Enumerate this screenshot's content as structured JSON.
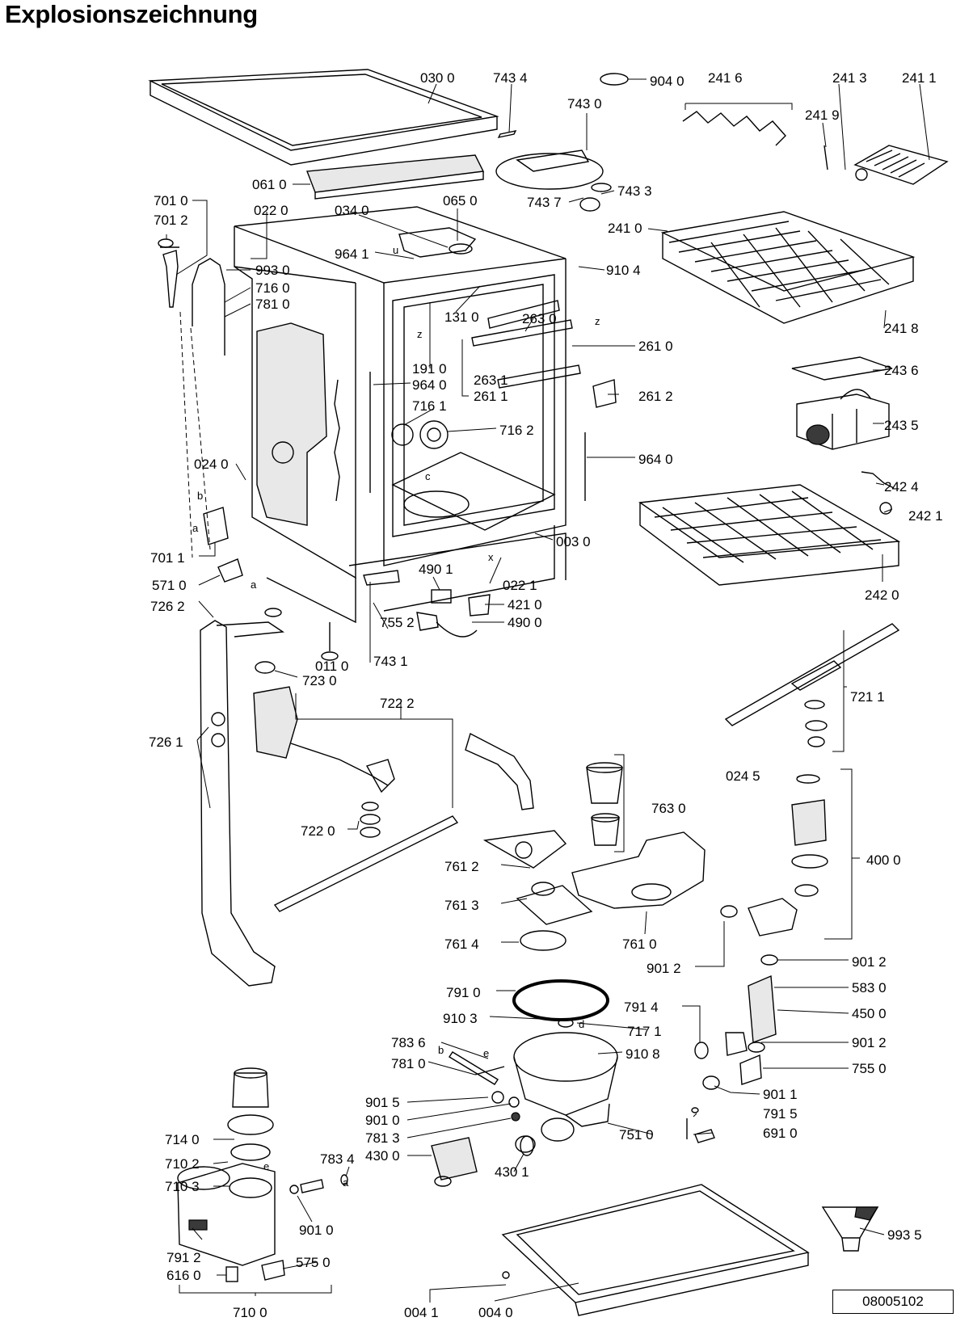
{
  "title": "Explosionszeichnung",
  "drawing_number": "08005102",
  "part_labels": [
    "030 0",
    "743 4",
    "904 0",
    "241 6",
    "241 3",
    "241 1",
    "743 0",
    "241 9",
    "061 0",
    "743 7",
    "743 3",
    "701 0",
    "022 0",
    "034 0",
    "065 0",
    "241 0",
    "701 2",
    "964 1",
    "910 4",
    "993 0",
    "716 0",
    "781 0",
    "131 0",
    "263 0",
    "241 8",
    "261 0",
    "191 0",
    "964 0",
    "263 1",
    "261 1",
    "261 2",
    "243 6",
    "716 1",
    "716 2",
    "243 5",
    "024 0",
    "964 0",
    "242 4",
    "242 1",
    "701 1",
    "003 0",
    "490 1",
    "242 0",
    "571 0",
    "022 1",
    "421 0",
    "726 2",
    "755 2",
    "490 0",
    "011 0",
    "743 1",
    "723 0",
    "721 1",
    "722 2",
    "726 1",
    "024 5",
    "763 0",
    "722 0",
    "400 0",
    "761 2",
    "761 3",
    "761 4",
    "761 0",
    "901 2",
    "901 2",
    "791 0",
    "583 0",
    "791 4",
    "450 0",
    "910 3",
    "717 1",
    "783 6",
    "910 8",
    "901 2",
    "781 0",
    "755 0",
    "901 5",
    "901 1",
    "901 0",
    "791 5",
    "781 3",
    "751 0",
    "691 0",
    "714 0",
    "710 2",
    "783 4",
    "710 3",
    "430 0",
    "430 1",
    "901 0",
    "993 5",
    "791 2",
    "575 0",
    "616 0",
    "710 0",
    "004 1",
    "004 0"
  ],
  "reference_letters": [
    "u",
    "z",
    "z",
    "c",
    "x",
    "b",
    "a",
    "a",
    "b",
    "e",
    "d",
    "e",
    "a"
  ]
}
